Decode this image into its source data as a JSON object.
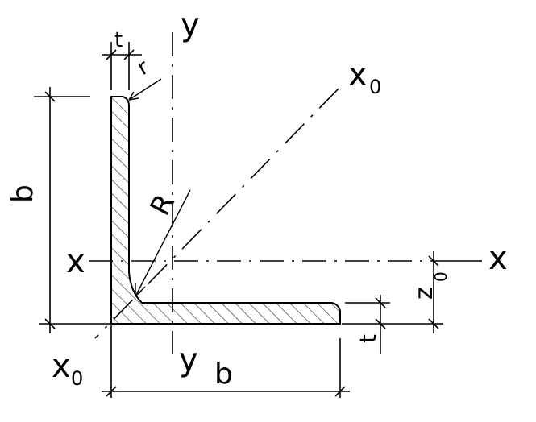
{
  "labels": {
    "t_top": "t",
    "r_fillet": "r",
    "y_top": "y",
    "y_bottom": "y",
    "x_left": "x",
    "x_right": "x",
    "x0_top_main": "x",
    "x0_top_sub": "0",
    "x0_bottom_main": "x",
    "x0_bottom_sub": "0",
    "b_left": "b",
    "b_bottom": "b",
    "R_radius": "R",
    "z0_main": "z",
    "z0_sub": "0",
    "t_right": "t"
  },
  "colors": {
    "stroke": "#000000",
    "background": "#ffffff"
  }
}
